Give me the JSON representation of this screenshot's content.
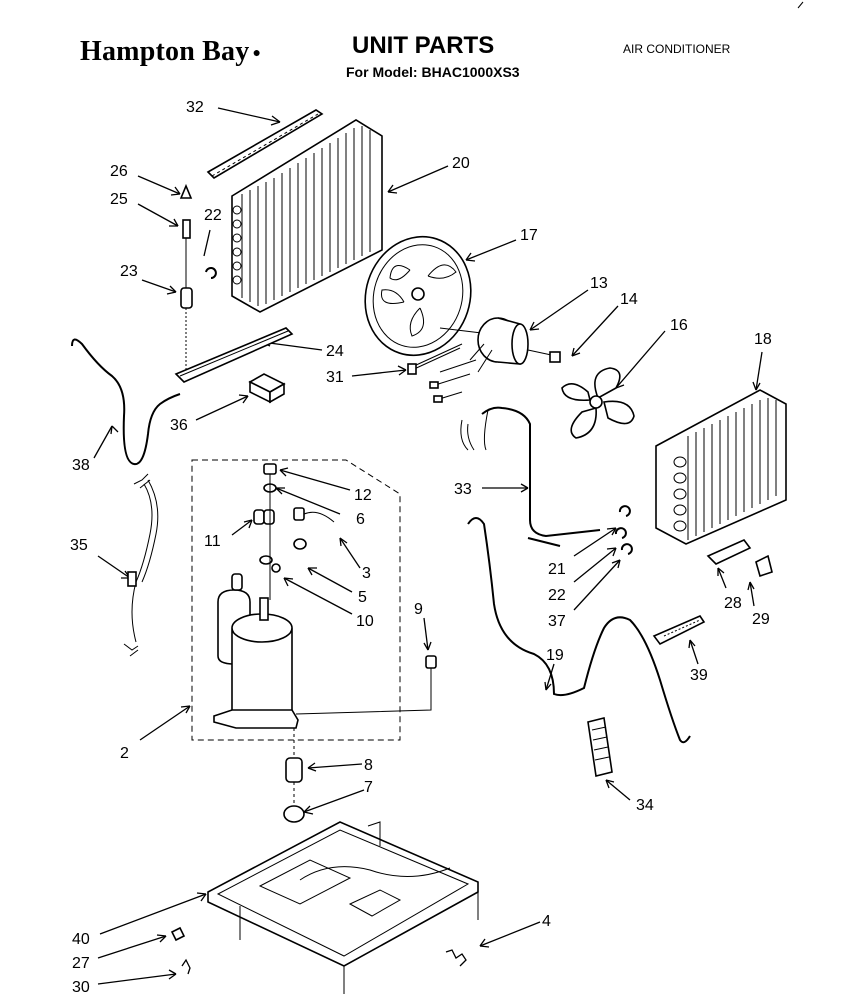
{
  "header": {
    "brand": "Hampton Bay",
    "title": "UNIT PARTS",
    "model_prefix": "For Model:",
    "model_number": "BHAC1000XS3",
    "category": "AIR CONDITIONER"
  },
  "callouts": [
    {
      "id": "c32",
      "text": "32"
    },
    {
      "id": "c20",
      "text": "20"
    },
    {
      "id": "c26",
      "text": "26"
    },
    {
      "id": "c25",
      "text": "25"
    },
    {
      "id": "c22a",
      "text": "22"
    },
    {
      "id": "c17",
      "text": "17"
    },
    {
      "id": "c23",
      "text": "23"
    },
    {
      "id": "c13",
      "text": "13"
    },
    {
      "id": "c14",
      "text": "14"
    },
    {
      "id": "c16",
      "text": "16"
    },
    {
      "id": "c18",
      "text": "18"
    },
    {
      "id": "c24",
      "text": "24"
    },
    {
      "id": "c31",
      "text": "31"
    },
    {
      "id": "c36",
      "text": "36"
    },
    {
      "id": "c38",
      "text": "38"
    },
    {
      "id": "c12",
      "text": "12"
    },
    {
      "id": "c33",
      "text": "33"
    },
    {
      "id": "c6",
      "text": "6"
    },
    {
      "id": "c11",
      "text": "11"
    },
    {
      "id": "c35",
      "text": "35"
    },
    {
      "id": "c3",
      "text": "3"
    },
    {
      "id": "c21",
      "text": "21"
    },
    {
      "id": "c22b",
      "text": "22"
    },
    {
      "id": "c28",
      "text": "28"
    },
    {
      "id": "c5",
      "text": "5"
    },
    {
      "id": "c9",
      "text": "9"
    },
    {
      "id": "c29",
      "text": "29"
    },
    {
      "id": "c10",
      "text": "10"
    },
    {
      "id": "c37",
      "text": "37"
    },
    {
      "id": "c19",
      "text": "19"
    },
    {
      "id": "c39",
      "text": "39"
    },
    {
      "id": "c2",
      "text": "2"
    },
    {
      "id": "c8",
      "text": "8"
    },
    {
      "id": "c7",
      "text": "7"
    },
    {
      "id": "c34",
      "text": "34"
    },
    {
      "id": "c4",
      "text": "4"
    },
    {
      "id": "c40",
      "text": "40"
    },
    {
      "id": "c27",
      "text": "27"
    },
    {
      "id": "c30",
      "text": "30"
    }
  ]
}
